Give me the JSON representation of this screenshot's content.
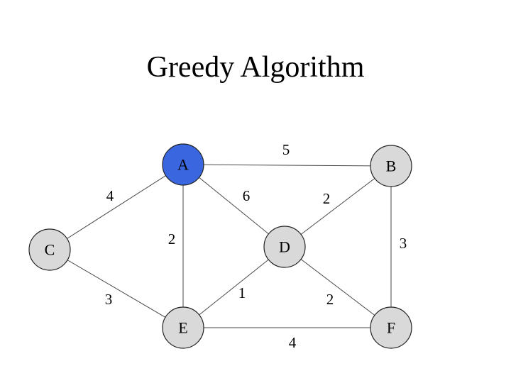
{
  "title": "Greedy Algorithm",
  "colors": {
    "highlighted_node": "#3a67e0",
    "default_node": "#d9d9d9",
    "edge": "#4a4a4a"
  },
  "graph": {
    "nodes": [
      {
        "id": "A",
        "label": "A",
        "highlighted": true
      },
      {
        "id": "B",
        "label": "B",
        "highlighted": false
      },
      {
        "id": "C",
        "label": "C",
        "highlighted": false
      },
      {
        "id": "D",
        "label": "D",
        "highlighted": false
      },
      {
        "id": "E",
        "label": "E",
        "highlighted": false
      },
      {
        "id": "F",
        "label": "F",
        "highlighted": false
      }
    ],
    "edges": [
      {
        "from": "A",
        "to": "B",
        "weight": "5"
      },
      {
        "from": "A",
        "to": "C",
        "weight": "4"
      },
      {
        "from": "A",
        "to": "D",
        "weight": "6"
      },
      {
        "from": "A",
        "to": "E",
        "weight": "2"
      },
      {
        "from": "B",
        "to": "D",
        "weight": "2"
      },
      {
        "from": "B",
        "to": "F",
        "weight": "3"
      },
      {
        "from": "C",
        "to": "E",
        "weight": "3"
      },
      {
        "from": "D",
        "to": "E",
        "weight": "1"
      },
      {
        "from": "D",
        "to": "F",
        "weight": "2"
      },
      {
        "from": "E",
        "to": "F",
        "weight": "4"
      }
    ]
  }
}
